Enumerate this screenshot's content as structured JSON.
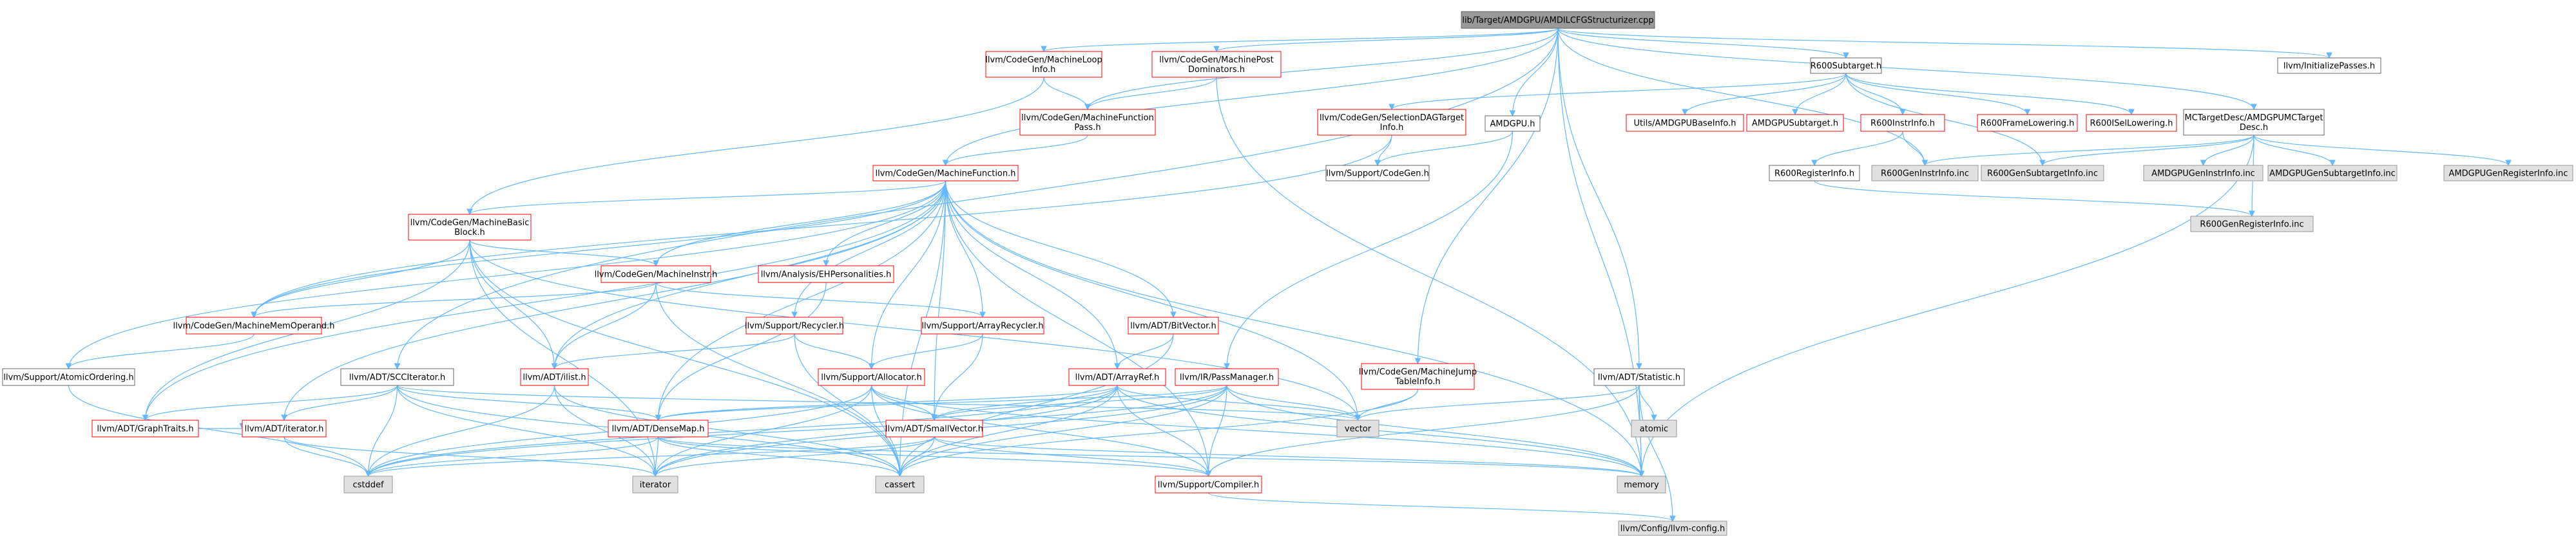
{
  "colors": {
    "edge": "#63b8ff",
    "root_fill": "#999999",
    "root_border": "#666666",
    "error_border": "#ff0000",
    "normal_border": "#666666",
    "system_fill": "#e0e0e0",
    "system_border": "#999999",
    "white": "#ffffff",
    "text": "#000000"
  },
  "nodes": [
    {
      "id": "root",
      "lines": [
        "lib/Target/AMDGPU/AMDILCFGStructurizer.cpp"
      ],
      "style": "root"
    },
    {
      "id": "mloop",
      "lines": [
        "llvm/CodeGen/MachineLoop",
        "Info.h"
      ],
      "style": "error"
    },
    {
      "id": "mpdom",
      "lines": [
        "llvm/CodeGen/MachinePost",
        "Dominators.h"
      ],
      "style": "error"
    },
    {
      "id": "r600sub",
      "lines": [
        "R600Subtarget.h"
      ],
      "style": "normal"
    },
    {
      "id": "initpasses",
      "lines": [
        "llvm/InitializePasses.h"
      ],
      "style": "normal"
    },
    {
      "id": "mfpass",
      "lines": [
        "llvm/CodeGen/MachineFunction",
        "Pass.h"
      ],
      "style": "error"
    },
    {
      "id": "seldag",
      "lines": [
        "llvm/CodeGen/SelectionDAGTarget",
        "Info.h"
      ],
      "style": "error"
    },
    {
      "id": "amdgpuh",
      "lines": [
        "AMDGPU.h"
      ],
      "style": "normal"
    },
    {
      "id": "utilsbase",
      "lines": [
        "Utils/AMDGPUBaseInfo.h"
      ],
      "style": "error"
    },
    {
      "id": "amdgpusub",
      "lines": [
        "AMDGPUSubtarget.h"
      ],
      "style": "error"
    },
    {
      "id": "r600instr",
      "lines": [
        "R600InstrInfo.h"
      ],
      "style": "error"
    },
    {
      "id": "r600frame",
      "lines": [
        "R600FrameLowering.h"
      ],
      "style": "error"
    },
    {
      "id": "r600isel",
      "lines": [
        "R600ISelLowering.h"
      ],
      "style": "error"
    },
    {
      "id": "mctarget",
      "lines": [
        "MCTargetDesc/AMDGPUMCTarget",
        "Desc.h"
      ],
      "style": "normal"
    },
    {
      "id": "mf",
      "lines": [
        "llvm/CodeGen/MachineFunction.h"
      ],
      "style": "error"
    },
    {
      "id": "supportcg",
      "lines": [
        "llvm/Support/CodeGen.h"
      ],
      "style": "normal"
    },
    {
      "id": "r600reginfo",
      "lines": [
        "R600RegisterInfo.h"
      ],
      "style": "normal"
    },
    {
      "id": "r600geninstr",
      "lines": [
        "R600GenInstrInfo.inc"
      ],
      "style": "system"
    },
    {
      "id": "r600gensub",
      "lines": [
        "R600GenSubtargetInfo.inc"
      ],
      "style": "system"
    },
    {
      "id": "amdgpugeninstr",
      "lines": [
        "AMDGPUGenInstrInfo.inc"
      ],
      "style": "system"
    },
    {
      "id": "amdgpugensub",
      "lines": [
        "AMDGPUGenSubtargetInfo.inc"
      ],
      "style": "system"
    },
    {
      "id": "amdgpugenreg",
      "lines": [
        "AMDGPUGenRegisterInfo.inc"
      ],
      "style": "system"
    },
    {
      "id": "mbb",
      "lines": [
        "llvm/CodeGen/MachineBasic",
        "Block.h"
      ],
      "style": "error"
    },
    {
      "id": "r600genreg",
      "lines": [
        "R600GenRegisterInfo.inc"
      ],
      "style": "system"
    },
    {
      "id": "mi",
      "lines": [
        "llvm/CodeGen/MachineInstr.h"
      ],
      "style": "error"
    },
    {
      "id": "ehpers",
      "lines": [
        "llvm/Analysis/EHPersonalities.h"
      ],
      "style": "error"
    },
    {
      "id": "mmo",
      "lines": [
        "llvm/CodeGen/MachineMemOperand.h"
      ],
      "style": "error"
    },
    {
      "id": "recycler",
      "lines": [
        "llvm/Support/Recycler.h"
      ],
      "style": "error"
    },
    {
      "id": "arrrecycler",
      "lines": [
        "llvm/Support/ArrayRecycler.h"
      ],
      "style": "error"
    },
    {
      "id": "bitvector",
      "lines": [
        "llvm/ADT/BitVector.h"
      ],
      "style": "error"
    },
    {
      "id": "mjt",
      "lines": [
        "llvm/CodeGen/MachineJump",
        "TableInfo.h"
      ],
      "style": "error"
    },
    {
      "id": "atomicord",
      "lines": [
        "llvm/Support/AtomicOrdering.h"
      ],
      "style": "normal"
    },
    {
      "id": "scciter",
      "lines": [
        "llvm/ADT/SCCIterator.h"
      ],
      "style": "normal"
    },
    {
      "id": "ilist",
      "lines": [
        "llvm/ADT/ilist.h"
      ],
      "style": "error"
    },
    {
      "id": "allocator",
      "lines": [
        "llvm/Support/Allocator.h"
      ],
      "style": "error"
    },
    {
      "id": "arrayref",
      "lines": [
        "llvm/ADT/ArrayRef.h"
      ],
      "style": "error"
    },
    {
      "id": "passmgr",
      "lines": [
        "llvm/IR/PassManager.h"
      ],
      "style": "error"
    },
    {
      "id": "statistic",
      "lines": [
        "llvm/ADT/Statistic.h"
      ],
      "style": "normal"
    },
    {
      "id": "graphtraits",
      "lines": [
        "llvm/ADT/GraphTraits.h"
      ],
      "style": "error"
    },
    {
      "id": "iteratorh",
      "lines": [
        "llvm/ADT/iterator.h"
      ],
      "style": "error"
    },
    {
      "id": "densemap",
      "lines": [
        "llvm/ADT/DenseMap.h"
      ],
      "style": "error"
    },
    {
      "id": "smallvec",
      "lines": [
        "llvm/ADT/SmallVector.h"
      ],
      "style": "error"
    },
    {
      "id": "vector",
      "lines": [
        "vector"
      ],
      "style": "system"
    },
    {
      "id": "atomic",
      "lines": [
        "atomic"
      ],
      "style": "system"
    },
    {
      "id": "cstddef",
      "lines": [
        "cstddef"
      ],
      "style": "system"
    },
    {
      "id": "iterator",
      "lines": [
        "iterator"
      ],
      "style": "system"
    },
    {
      "id": "cassert",
      "lines": [
        "cassert"
      ],
      "style": "system"
    },
    {
      "id": "compiler",
      "lines": [
        "llvm/Support/Compiler.h"
      ],
      "style": "error"
    },
    {
      "id": "memory",
      "lines": [
        "memory"
      ],
      "style": "system"
    },
    {
      "id": "llvmconfig",
      "lines": [
        "llvm/Config/llvm-config.h"
      ],
      "style": "system"
    }
  ],
  "edges": [
    [
      "root",
      "mloop"
    ],
    [
      "root",
      "mpdom"
    ],
    [
      "root",
      "r600sub"
    ],
    [
      "root",
      "initpasses"
    ],
    [
      "root",
      "mfpass"
    ],
    [
      "root",
      "amdgpuh"
    ],
    [
      "root",
      "mf"
    ],
    [
      "root",
      "mctarget"
    ],
    [
      "root",
      "scciter"
    ],
    [
      "root",
      "statistic"
    ],
    [
      "root",
      "mjt"
    ],
    [
      "root",
      "r600geninstr"
    ],
    [
      "root",
      "memory"
    ],
    [
      "mloop",
      "mfpass"
    ],
    [
      "mloop",
      "mbb"
    ],
    [
      "mpdom",
      "mfpass"
    ],
    [
      "mpdom",
      "memory"
    ],
    [
      "mfpass",
      "mf"
    ],
    [
      "r600sub",
      "seldag"
    ],
    [
      "r600sub",
      "utilsbase"
    ],
    [
      "r600sub",
      "amdgpusub"
    ],
    [
      "r600sub",
      "r600instr"
    ],
    [
      "r600sub",
      "r600frame"
    ],
    [
      "r600sub",
      "r600isel"
    ],
    [
      "r600sub",
      "r600gensub"
    ],
    [
      "seldag",
      "supportcg"
    ],
    [
      "seldag",
      "mmo"
    ],
    [
      "amdgpuh",
      "supportcg"
    ],
    [
      "amdgpuh",
      "passmgr"
    ],
    [
      "r600instr",
      "r600reginfo"
    ],
    [
      "r600instr",
      "r600geninstr"
    ],
    [
      "mctarget",
      "r600geninstr"
    ],
    [
      "mctarget",
      "r600gensub"
    ],
    [
      "mctarget",
      "amdgpugeninstr"
    ],
    [
      "mctarget",
      "amdgpugensub"
    ],
    [
      "mctarget",
      "amdgpugenreg"
    ],
    [
      "mctarget",
      "r600genreg"
    ],
    [
      "mctarget",
      "memory"
    ],
    [
      "r600reginfo",
      "r600genreg"
    ],
    [
      "mf",
      "mbb"
    ],
    [
      "mf",
      "mi"
    ],
    [
      "mf",
      "mmo"
    ],
    [
      "mf",
      "ehpers"
    ],
    [
      "mf",
      "recycler"
    ],
    [
      "mf",
      "arrrecycler"
    ],
    [
      "mf",
      "bitvector"
    ],
    [
      "mf",
      "atomicord"
    ],
    [
      "mf",
      "ilist"
    ],
    [
      "mf",
      "allocator"
    ],
    [
      "mf",
      "arrayref"
    ],
    [
      "mf",
      "densemap"
    ],
    [
      "mf",
      "smallvec"
    ],
    [
      "mf",
      "graphtraits"
    ],
    [
      "mf",
      "iteratorh"
    ],
    [
      "mf",
      "vector"
    ],
    [
      "mf",
      "cassert"
    ],
    [
      "mf",
      "compiler"
    ],
    [
      "mf",
      "memory"
    ],
    [
      "mbb",
      "mi"
    ],
    [
      "mbb",
      "ilist"
    ],
    [
      "mbb",
      "mmo"
    ],
    [
      "mbb",
      "graphtraits"
    ],
    [
      "mbb",
      "iterator"
    ],
    [
      "mbb",
      "cassert"
    ],
    [
      "mbb",
      "vector"
    ],
    [
      "mi",
      "mmo"
    ],
    [
      "mi",
      "ilist"
    ],
    [
      "mi",
      "arrrecycler"
    ],
    [
      "mi",
      "cassert"
    ],
    [
      "mmo",
      "atomicord"
    ],
    [
      "ehpers",
      "densemap"
    ],
    [
      "recycler",
      "ilist"
    ],
    [
      "recycler",
      "allocator"
    ],
    [
      "recycler",
      "cassert"
    ],
    [
      "arrrecycler",
      "allocator"
    ],
    [
      "arrrecycler",
      "smallvec"
    ],
    [
      "bitvector",
      "arrayref"
    ],
    [
      "bitvector",
      "cassert"
    ],
    [
      "mjt",
      "vector"
    ],
    [
      "mjt",
      "cassert"
    ],
    [
      "atomicord",
      "cstddef"
    ],
    [
      "scciter",
      "graphtraits"
    ],
    [
      "scciter",
      "iteratorh"
    ],
    [
      "scciter",
      "densemap"
    ],
    [
      "scciter",
      "cassert"
    ],
    [
      "scciter",
      "cstddef"
    ],
    [
      "scciter",
      "iterator"
    ],
    [
      "scciter",
      "vector"
    ],
    [
      "ilist",
      "iterator"
    ],
    [
      "ilist",
      "cassert"
    ],
    [
      "ilist",
      "cstddef"
    ],
    [
      "allocator",
      "compiler"
    ],
    [
      "allocator",
      "smallvec"
    ],
    [
      "allocator",
      "cassert"
    ],
    [
      "allocator",
      "cstddef"
    ],
    [
      "allocator",
      "iterator"
    ],
    [
      "allocator",
      "memory"
    ],
    [
      "arrayref",
      "densemap"
    ],
    [
      "arrayref",
      "smallvec"
    ],
    [
      "arrayref",
      "compiler"
    ],
    [
      "arrayref",
      "cassert"
    ],
    [
      "arrayref",
      "cstddef"
    ],
    [
      "arrayref",
      "iterator"
    ],
    [
      "arrayref",
      "memory"
    ],
    [
      "arrayref",
      "vector"
    ],
    [
      "passmgr",
      "densemap"
    ],
    [
      "passmgr",
      "smallvec"
    ],
    [
      "passmgr",
      "compiler"
    ],
    [
      "passmgr",
      "cassert"
    ],
    [
      "passmgr",
      "cstddef"
    ],
    [
      "passmgr",
      "iterator"
    ],
    [
      "passmgr",
      "memory"
    ],
    [
      "passmgr",
      "vector"
    ],
    [
      "statistic",
      "compiler"
    ],
    [
      "statistic",
      "llvmconfig"
    ],
    [
      "statistic",
      "atomic"
    ],
    [
      "statistic",
      "memory"
    ],
    [
      "statistic",
      "vector"
    ],
    [
      "graphtraits",
      "iteratorh"
    ],
    [
      "iteratorh",
      "cstddef"
    ],
    [
      "iteratorh",
      "iterator"
    ],
    [
      "densemap",
      "cassert"
    ],
    [
      "densemap",
      "cstddef"
    ],
    [
      "densemap",
      "iterator"
    ],
    [
      "densemap",
      "compiler"
    ],
    [
      "densemap",
      "memory"
    ],
    [
      "smallvec",
      "compiler"
    ],
    [
      "smallvec",
      "cassert"
    ],
    [
      "smallvec",
      "cstddef"
    ],
    [
      "smallvec",
      "iterator"
    ],
    [
      "smallvec",
      "memory"
    ],
    [
      "compiler",
      "llvmconfig"
    ]
  ]
}
